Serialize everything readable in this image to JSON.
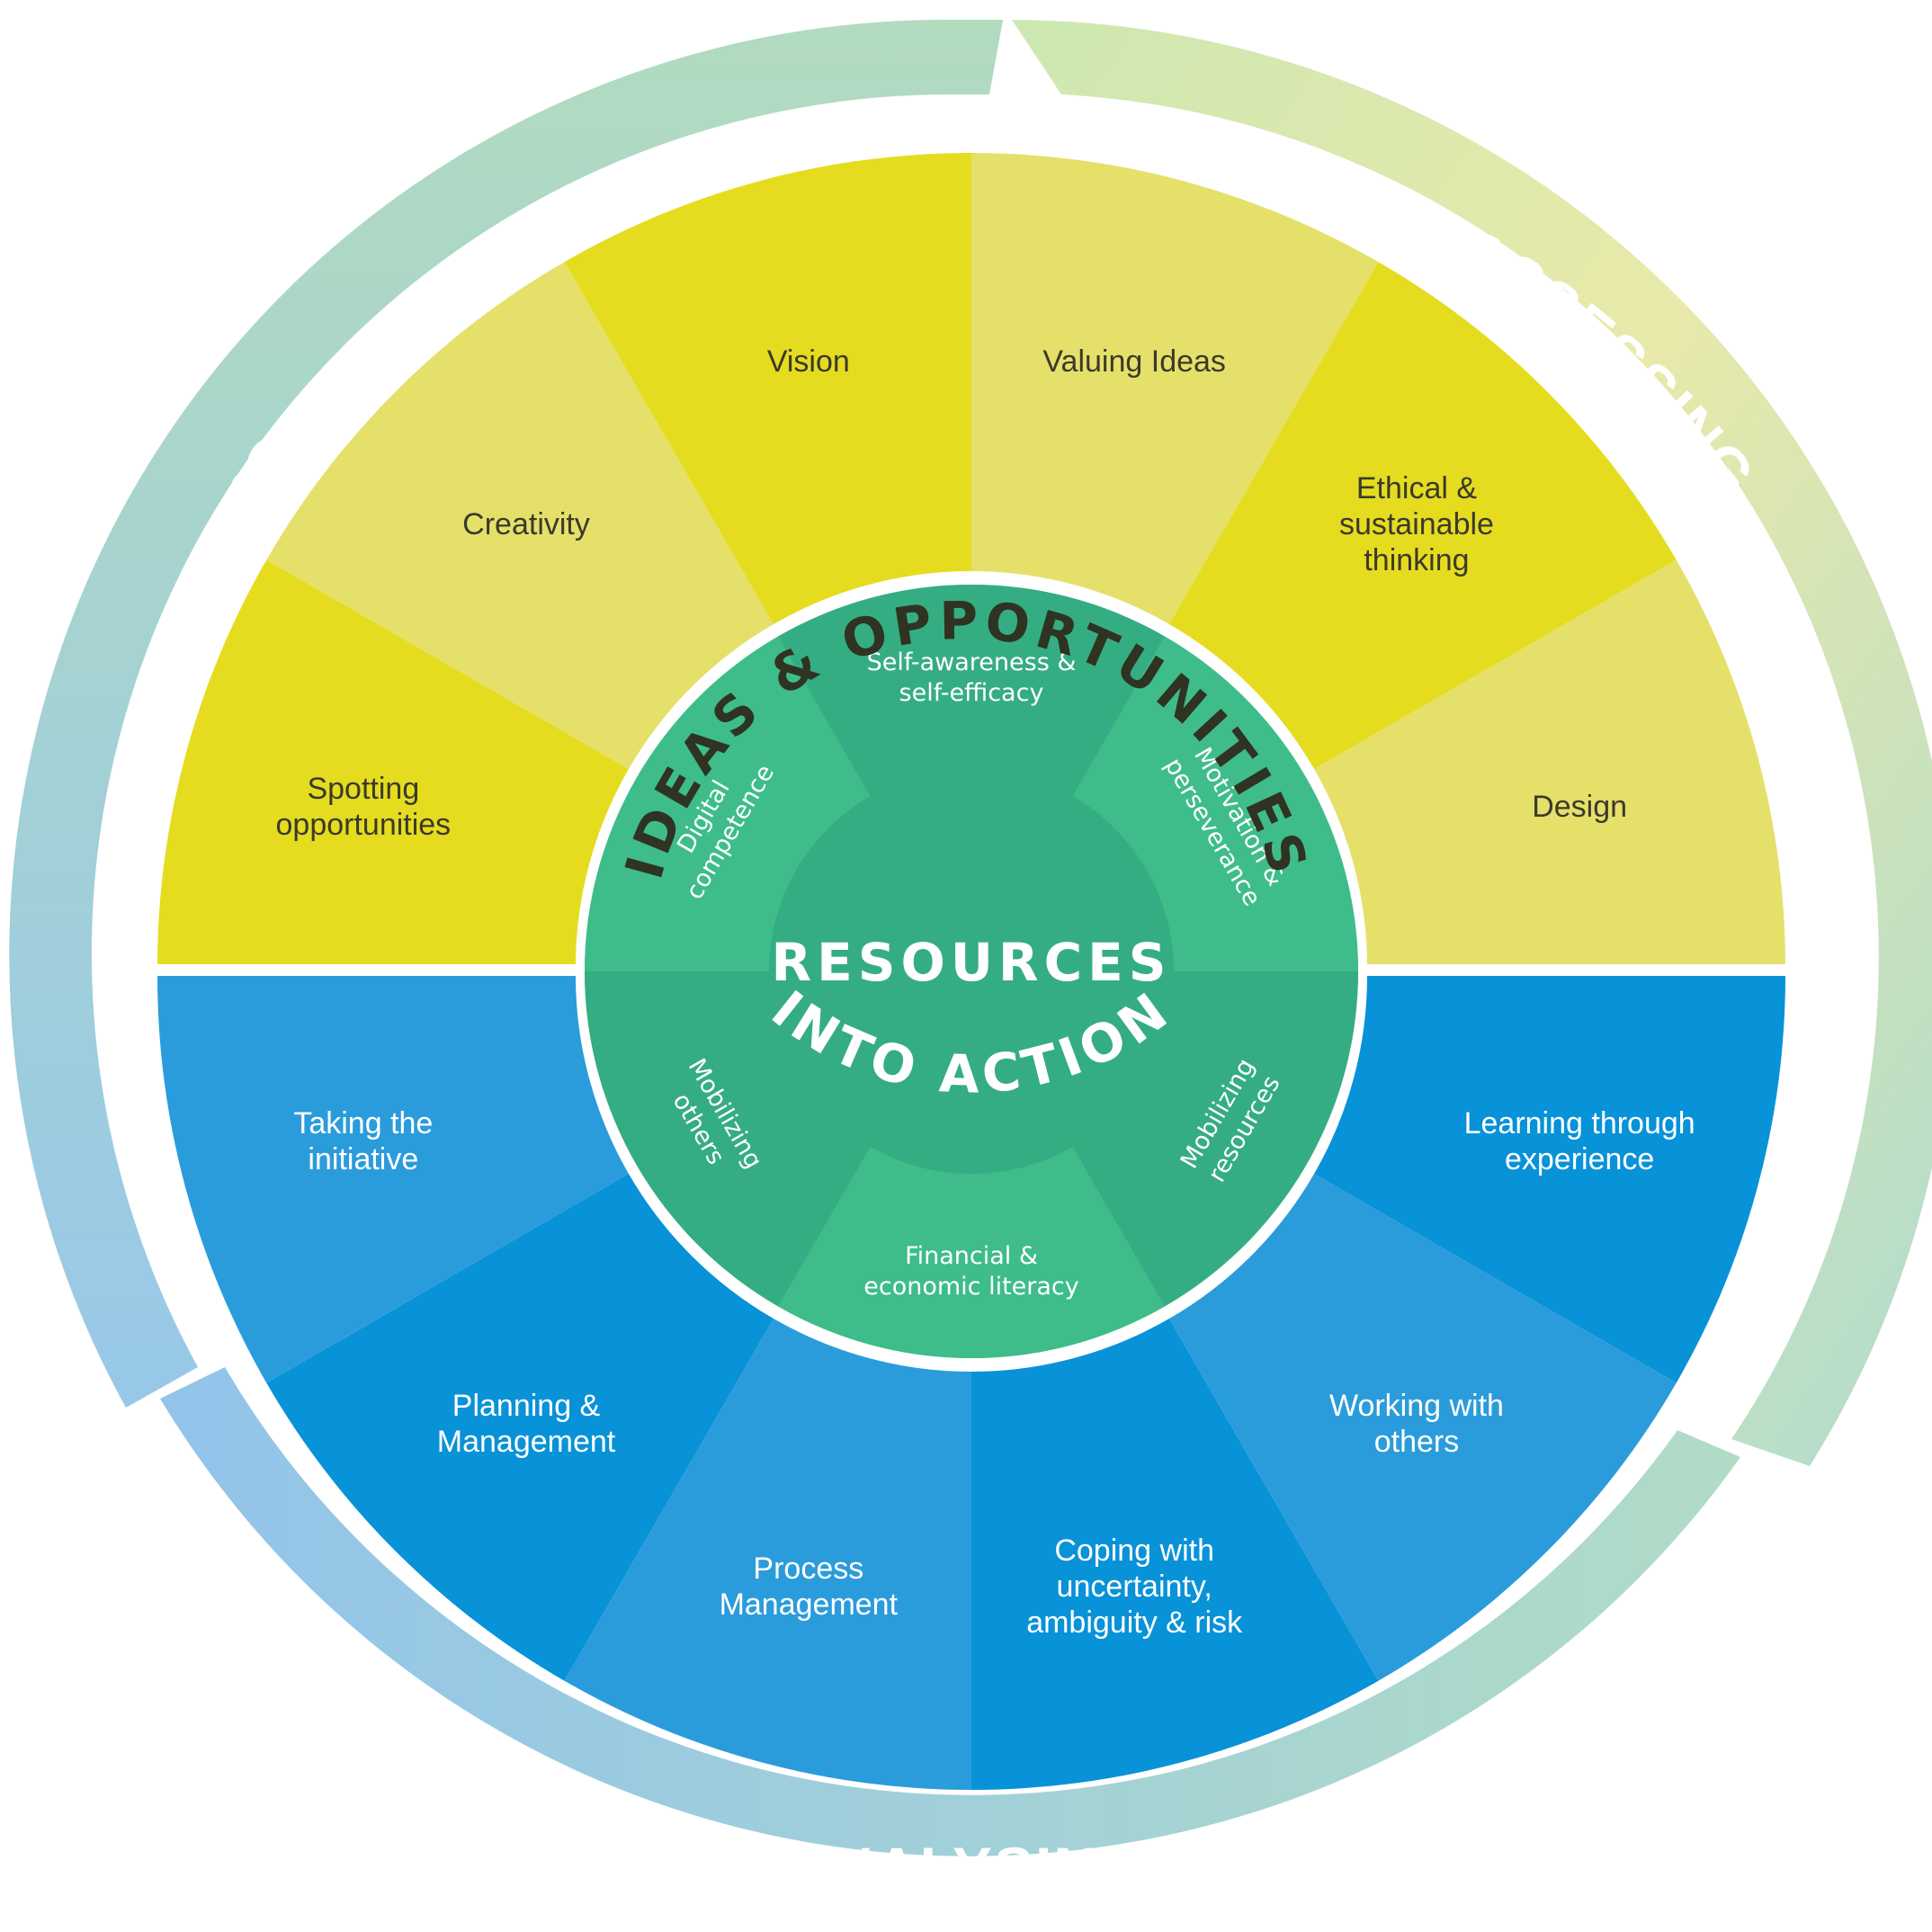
{
  "cycle": {
    "improving": "IMPROVING",
    "assessing": "ASSESSING",
    "analysing": "ANALYSING"
  },
  "areas": {
    "ideas_title": "IDEAS & OPPORTUNITIES",
    "action_title": "INTO ACTION",
    "resources_title": "RESOURCES"
  },
  "ideas_segments": [
    {
      "lines": [
        "Spotting",
        "opportunities"
      ]
    },
    {
      "lines": [
        "Creativity"
      ]
    },
    {
      "lines": [
        "Vision"
      ]
    },
    {
      "lines": [
        "Valuing Ideas"
      ]
    },
    {
      "lines": [
        "Ethical &",
        "sustainable",
        "thinking"
      ]
    },
    {
      "lines": [
        "Design"
      ]
    }
  ],
  "action_segments": [
    {
      "lines": [
        "Taking the",
        "initiative"
      ]
    },
    {
      "lines": [
        "Planning &",
        "Management"
      ]
    },
    {
      "lines": [
        "Process",
        "Management"
      ]
    },
    {
      "lines": [
        "Coping with",
        "uncertainty,",
        "ambiguity & risk"
      ]
    },
    {
      "lines": [
        "Working with",
        "others"
      ]
    },
    {
      "lines": [
        "Learning through",
        "experience"
      ]
    }
  ],
  "resources_segments": [
    {
      "lines": [
        "Self-awareness &",
        "self-efficacy"
      ]
    },
    {
      "lines": [
        "Motivation &",
        "perseverance"
      ]
    },
    {
      "lines": [
        "Mobilizing",
        "resources"
      ]
    },
    {
      "lines": [
        "Financial &",
        "economic literacy"
      ]
    },
    {
      "lines": [
        "Mobilizing",
        "others"
      ]
    },
    {
      "lines": [
        "Digital",
        "competence"
      ]
    }
  ],
  "colors": {
    "ideas_dark": "#e5dc1f",
    "ideas_light": "#e5e06a",
    "action_dark": "#0892d8",
    "action_light": "#2b9cdb",
    "resources_dark": "#35ad82",
    "resources_light": "#3ebd8a",
    "ideas_title_color": "#2f3322",
    "action_title_color": "#ffffff",
    "ring_green": "#b6dca9",
    "ring_yellow": "#e4e794",
    "ring_blue": "#82bde7"
  }
}
